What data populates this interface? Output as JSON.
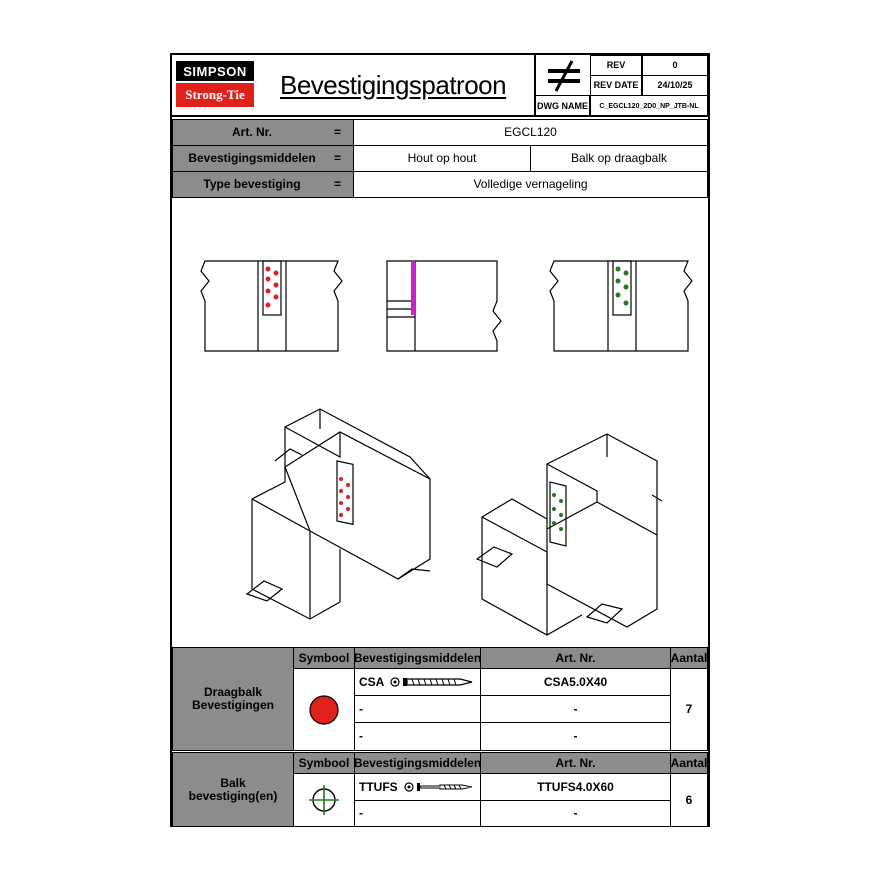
{
  "logo": {
    "line1": "SIMPSON",
    "line2": "Strong-Tie"
  },
  "title": "Bevestigingspatroon",
  "titleblock": {
    "rev_label": "REV",
    "rev_value": "0",
    "rev_date_label": "REV DATE",
    "rev_date_value": "24/10/25",
    "dwg_name_label": "DWG NAME",
    "dwg_name_value": "C_EGCL120_2D0_NP_JTB-NL"
  },
  "header_rows": [
    {
      "label": "Art. Nr.",
      "eq": "=",
      "value": "EGCL120"
    },
    {
      "label": "Bevestigingsmiddelen",
      "eq": "=",
      "value_left": "Hout op hout",
      "value_right": "Balk op draagbalk"
    },
    {
      "label": "Type bevestiging",
      "eq": "=",
      "value": "Volledige vernageling"
    }
  ],
  "colors": {
    "header_grey": "#8c8c8c",
    "red_nail": "#e0201b",
    "green_screw": "#1e7a1e",
    "magenta_edge": "#d020d0"
  },
  "table1": {
    "group_label_line1": "Draagbalk",
    "group_label_line2": "Bevestigingen",
    "col_symbol": "Symbool",
    "col_fastener": "Bevestigingsmiddelen",
    "col_art": "Art. Nr.",
    "col_qty": "Aantal",
    "rows": [
      {
        "fastener": "CSA",
        "art": "CSA5.0X40"
      },
      {
        "fastener": "-",
        "art": "-"
      },
      {
        "fastener": "-",
        "art": "-"
      }
    ],
    "qty": "7",
    "symbol_icon": "red-circle-icon"
  },
  "table2": {
    "group_label_line1": "Balk",
    "group_label_line2": "bevestiging(en)",
    "col_symbol": "Symbool",
    "col_fastener": "Bevestigingsmiddelen",
    "col_art": "Art. Nr.",
    "col_qty": "Aantal",
    "rows": [
      {
        "fastener": "TTUFS",
        "art": "TTUFS4.0X60"
      },
      {
        "fastener": "-",
        "art": "-"
      }
    ],
    "qty": "6",
    "symbol_icon": "green-crosshair-icon"
  }
}
